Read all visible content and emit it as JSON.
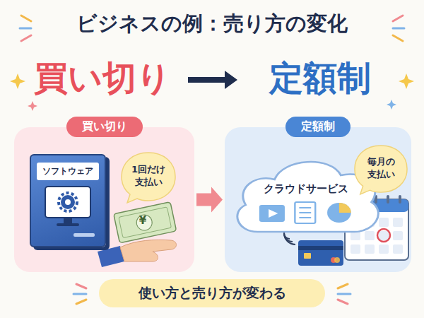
{
  "diagram": {
    "title": "ビジネスの例：売り方の変化",
    "nodes": [
      {
        "text": [
          "買い切り"
        ]
      },
      {
        "text": [
          "ソフトウェア"
        ],
        "in": 0
      },
      {
        "text": [
          "1回だけ 支払い"
        ],
        "in": 0
      },
      {
        "text": [
          "定額制"
        ]
      },
      {
        "text": [
          "クラウドサービス"
        ],
        "in": 3
      },
      {
        "text": [
          "毎月の 支払い"
        ],
        "in": 3
      },
      {
        "text": [
          "使い方と売り方が変わる"
        ]
      }
    ],
    "edges": [
      {
        "from": 0,
        "to": 3,
        "arrow": "to"
      }
    ],
    "labels": [
      "買い切り",
      "定額制",
      "¥"
    ]
  }
}
